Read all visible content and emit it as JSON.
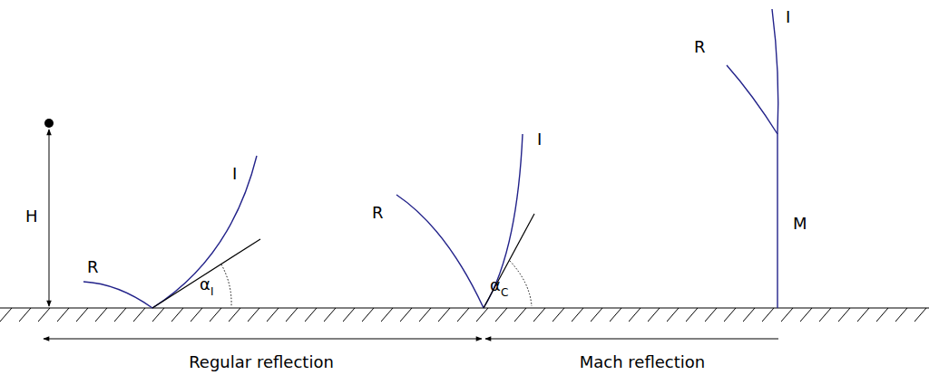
{
  "diagram": {
    "labels": [
      "H",
      "R",
      "I",
      "α",
      "I",
      "R",
      "I",
      "α",
      "C",
      "R",
      "I",
      "M",
      "Regular reflection",
      "Mach reflection"
    ]
  }
}
